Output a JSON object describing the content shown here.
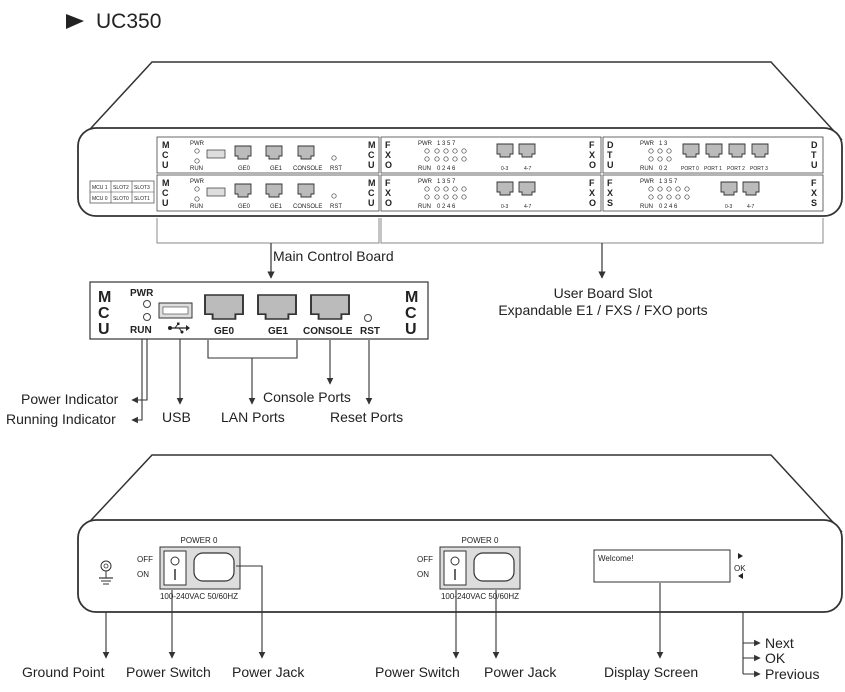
{
  "title": "UC350",
  "front": {
    "mcu_letters": [
      "M",
      "C",
      "U"
    ],
    "fxo_letters": [
      "F",
      "X",
      "O"
    ],
    "dtu_letters": [
      "D",
      "T",
      "U"
    ],
    "fxs_letters": [
      "F",
      "X",
      "S"
    ],
    "pwr": "PWR",
    "run": "RUN",
    "ge0": "GE0",
    "ge1": "GE1",
    "console": "CONSOLE",
    "rst": "RST",
    "led_top_nums": "1  3  5  7",
    "led_bottom_nums": "0  2  4  6",
    "dtu_top_nums": "1  3",
    "dtu_bottom_nums": "0  2",
    "port_0_3": "0-3",
    "port_4_7": "4-7",
    "port0": "PORT 0",
    "port1": "PORT 1",
    "port2": "PORT 2",
    "port3": "PORT 3",
    "slots_row1": [
      "MCU 1",
      "SLOT2",
      "SLOT3"
    ],
    "slots_row2": [
      "MCU 0",
      "SLOT0",
      "SLOT1"
    ]
  },
  "callouts": {
    "main_control_board": "Main Control Board",
    "user_board_slot": "User Board Slot",
    "expandable": "Expandable E1 / FXS / FXO ports",
    "power_indicator": "Power Indicator",
    "running_indicator": "Running Indicator",
    "usb": "USB",
    "lan_ports": "LAN Ports",
    "console_ports": "Console Ports",
    "reset_ports": "Reset Ports"
  },
  "rear": {
    "power0": "POWER 0",
    "off": "OFF",
    "on": "ON",
    "voltage": "100-240VAC  50/60HZ",
    "welcome": "Welcome!",
    "ok": "OK",
    "labels": {
      "ground_point": "Ground Point",
      "power_switch": "Power Switch",
      "power_jack": "Power Jack",
      "display_screen": "Display Screen",
      "next": "Next",
      "ok": "OK",
      "previous": "Previous"
    }
  }
}
